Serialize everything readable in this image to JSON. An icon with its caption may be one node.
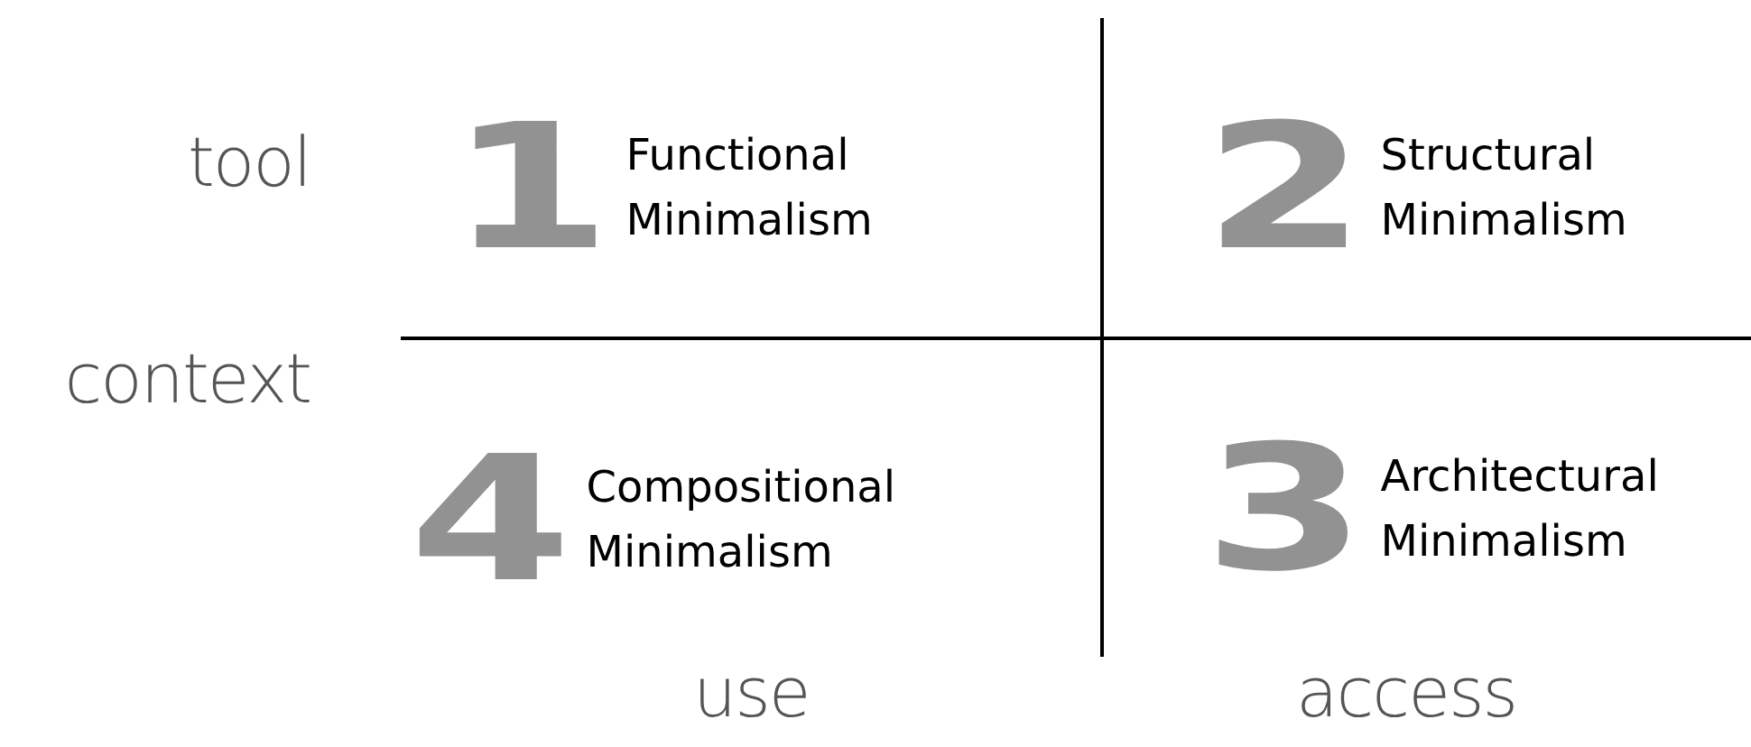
{
  "diagram": {
    "nodes": [
      {
        "text": [
          "1",
          "Functional Minimalism"
        ]
      },
      {
        "text": [
          "2",
          "Structural Minimalism"
        ]
      },
      {
        "text": [
          "4",
          "Compositional Minimalism"
        ]
      },
      {
        "text": [
          "3",
          "Architectural Minimalism"
        ]
      }
    ],
    "labels": [
      "tool",
      "context",
      "use",
      "access"
    ]
  }
}
